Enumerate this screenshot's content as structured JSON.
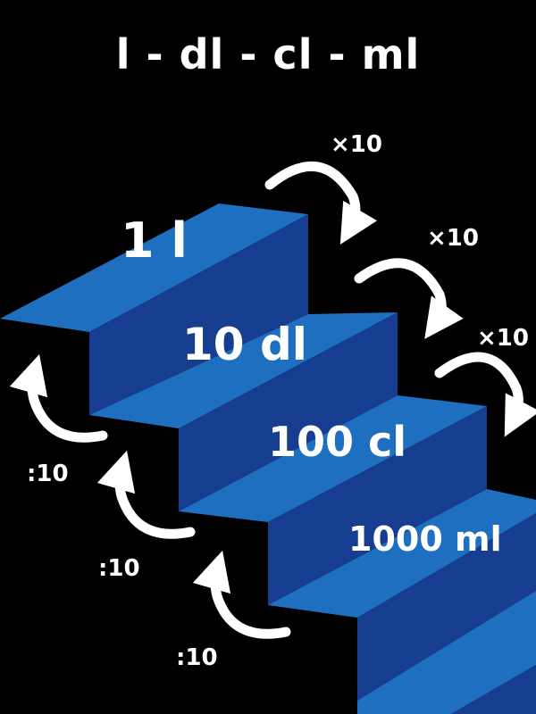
{
  "title": "l - dl - cl - ml",
  "steps": [
    {
      "label": "1 l"
    },
    {
      "label": "10 dl"
    },
    {
      "label": "100 cl"
    },
    {
      "label": "1000 ml"
    }
  ],
  "multiply_labels": [
    "×10",
    "×10",
    "×10"
  ],
  "divide_labels": [
    ":10",
    ":10",
    ":10"
  ],
  "colors": {
    "background": "#000000",
    "tread": "#1f6fc0",
    "riser": "#163d8f",
    "side": "#122f73",
    "text": "#ffffff"
  },
  "icons": {
    "multiply_arrow": "curved-arrow-down-right-icon",
    "divide_arrow": "curved-arrow-up-left-icon"
  }
}
